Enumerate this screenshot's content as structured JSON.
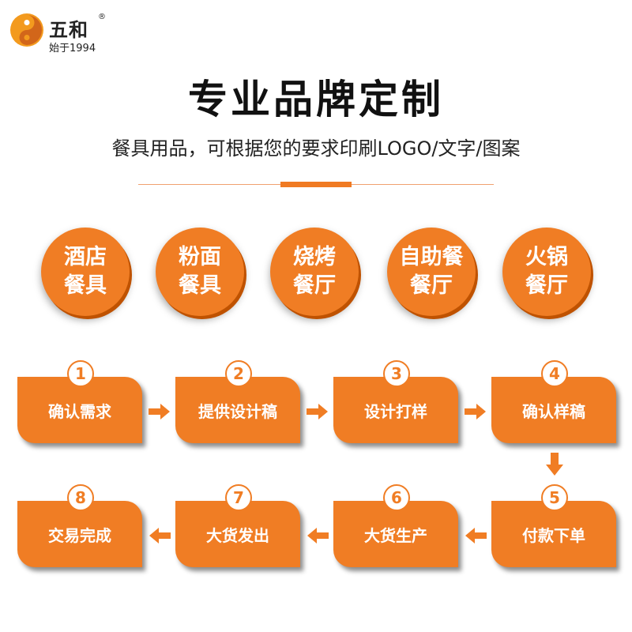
{
  "brand": {
    "name": "五和",
    "registered": "®",
    "since": "始于1994"
  },
  "header": {
    "title": "专业品牌定制",
    "subtitle": "餐具用品，可根据您的要求印刷LOGO/文字/图案"
  },
  "categories": [
    {
      "line1": "酒店",
      "line2": "餐具"
    },
    {
      "line1": "粉面",
      "line2": "餐具"
    },
    {
      "line1": "烧烤",
      "line2": "餐厅"
    },
    {
      "line1": "自助餐",
      "line2": "餐厅"
    },
    {
      "line1": "火锅",
      "line2": "餐厅"
    }
  ],
  "steps": [
    {
      "num": "1",
      "label": "确认需求"
    },
    {
      "num": "2",
      "label": "提供设计稿"
    },
    {
      "num": "3",
      "label": "设计打样"
    },
    {
      "num": "4",
      "label": "确认样稿"
    },
    {
      "num": "5",
      "label": "付款下单"
    },
    {
      "num": "6",
      "label": "大货生产"
    },
    {
      "num": "7",
      "label": "大货发出"
    },
    {
      "num": "8",
      "label": "交易完成"
    }
  ],
  "colors": {
    "accent": "#f07d24",
    "accent_dark": "#bf5200",
    "divider": "#f0a070"
  }
}
